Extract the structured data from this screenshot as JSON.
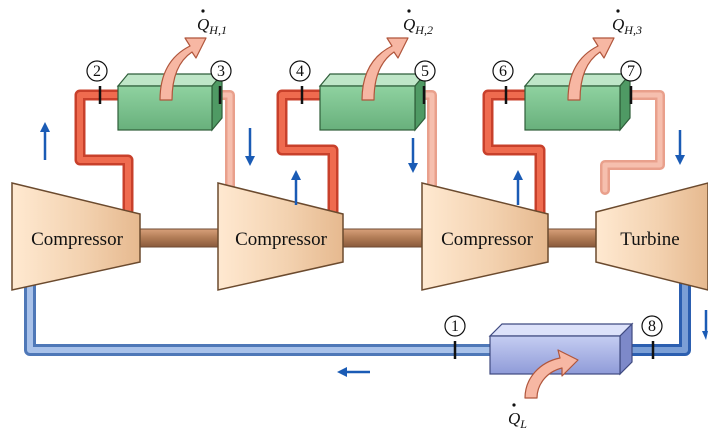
{
  "components": {
    "compressor_1": "Compressor",
    "compressor_2": "Compressor",
    "compressor_3": "Compressor",
    "turbine": "Turbine"
  },
  "states": [
    "1",
    "2",
    "3",
    "4",
    "5",
    "6",
    "7",
    "8"
  ],
  "heat_rejection": [
    {
      "symbol": "Q",
      "subscript": "H,1"
    },
    {
      "symbol": "Q",
      "subscript": "H,2"
    },
    {
      "symbol": "Q",
      "subscript": "H,3"
    }
  ],
  "heat_absorption": {
    "symbol": "Q",
    "subscript": "L"
  },
  "colors": {
    "hot_pipe": "#e85a3f",
    "warm_pipe": "#f2a08a",
    "cold_pipe": "#7b9fd6",
    "heat_exchanger": "#7fc490",
    "evaporator": "#a8b3e6",
    "machine": "#f3d2b0",
    "shaft": "#b07b55",
    "flow_arrow": "#1a5bb5",
    "heat_arrow": "#f7b7a3"
  }
}
